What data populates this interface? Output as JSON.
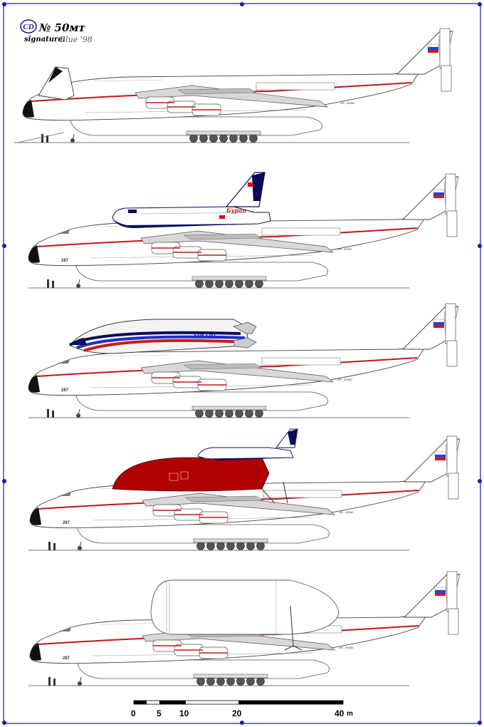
{
  "header": {
    "logo_text": "CD",
    "sheet_number": "№ 50ᴍᴛ",
    "signature_label": "signature:",
    "signature_value": "Blue '98"
  },
  "aircraft": {
    "nose_mark": "287",
    "fin_marks": "UR - 82060",
    "variants": [
      {
        "payload": "none"
      },
      {
        "payload": "buran-orbiter",
        "payload_text": "Буран"
      },
      {
        "payload": "hotol-spaceplane",
        "payload_text": "HoToL"
      },
      {
        "payload": "tank-with-orbiter"
      },
      {
        "payload": "cargo-container"
      }
    ]
  },
  "scale_bar": {
    "ticks": [
      "0",
      "5",
      "10",
      "20",
      "40"
    ],
    "unit": "m"
  },
  "colors": {
    "frame": "#1a1aa8",
    "stripe": "#c01818",
    "tank": "#b00000",
    "buran_dark": "#0b0b5a",
    "hotol_blue": "#1e2fc8"
  }
}
